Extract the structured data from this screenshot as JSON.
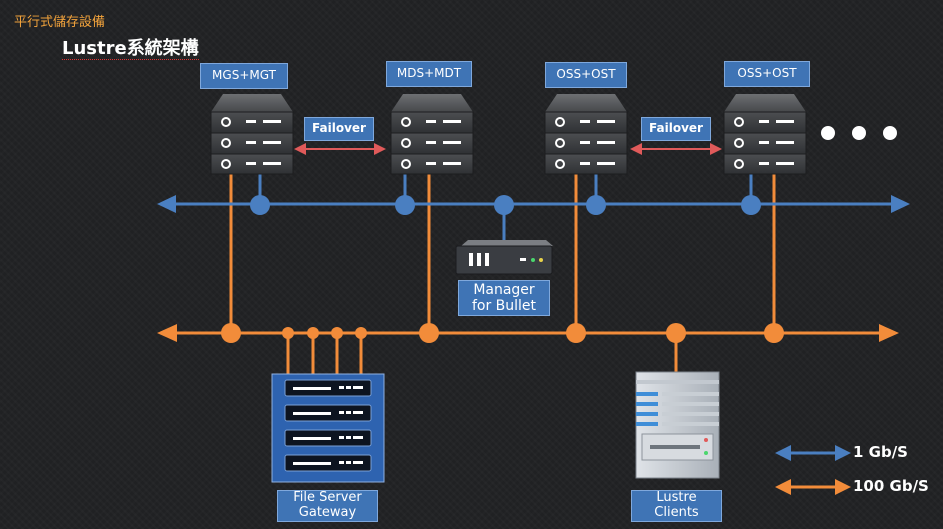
{
  "header": {
    "subtitle": "平行式儲存設備",
    "title": "Lustre系統架構"
  },
  "servers": [
    {
      "label": "MGS+MGT"
    },
    {
      "label": "MDS+MDT"
    },
    {
      "label": "OSS+OST"
    },
    {
      "label": "OSS+OST"
    }
  ],
  "failover": [
    {
      "label": "Failover"
    },
    {
      "label": "Failover"
    }
  ],
  "manager": {
    "line1": "Manager",
    "line2": "for Bullet"
  },
  "file_server": {
    "line1": "File Server",
    "line2": "Gateway"
  },
  "clients": {
    "line1": "Lustre",
    "line2": "Clients"
  },
  "legend": {
    "items": [
      {
        "label": "1 Gb/S",
        "color": "#4a7fc1"
      },
      {
        "label": "100 Gb/S",
        "color": "#f28c3a"
      }
    ]
  },
  "colors": {
    "blue_net": "#4a7fc1",
    "orange_net": "#f28c3a",
    "failover_arrow": "#e05a5a",
    "label_bg": "#3f74b5"
  }
}
